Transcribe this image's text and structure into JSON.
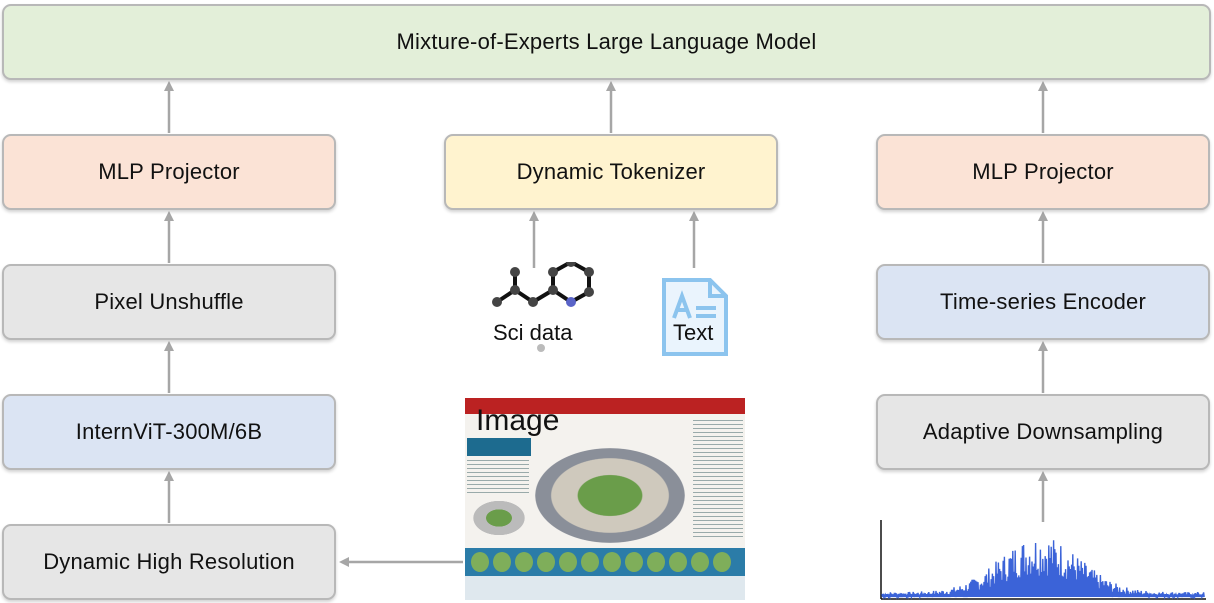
{
  "top_box": {
    "label": "Mixture-of-Experts Large Language Model"
  },
  "left_column": {
    "mlp_projector": "MLP Projector",
    "pixel_unshuffle": "Pixel Unshuffle",
    "vit": "InternViT-300M/6B",
    "dynamic_high_res": "Dynamic High Resolution"
  },
  "middle_column": {
    "dynamic_tokenizer": "Dynamic Tokenizer",
    "sci_data_label": "Sci data",
    "text_label": "Text",
    "image_label": "Image"
  },
  "right_column": {
    "mlp_projector": "MLP Projector",
    "time_series_encoder": "Time-series Encoder",
    "adaptive_downsampling": "Adaptive Downsampling"
  },
  "colors": {
    "arrow": "#a6a6a6",
    "green": "#e3efd9",
    "salmon": "#fbe3d6",
    "yellow": "#fff3cf",
    "gray": "#e6e6e6",
    "blue": "#dbe4f3",
    "signal": "#3b63d8"
  }
}
